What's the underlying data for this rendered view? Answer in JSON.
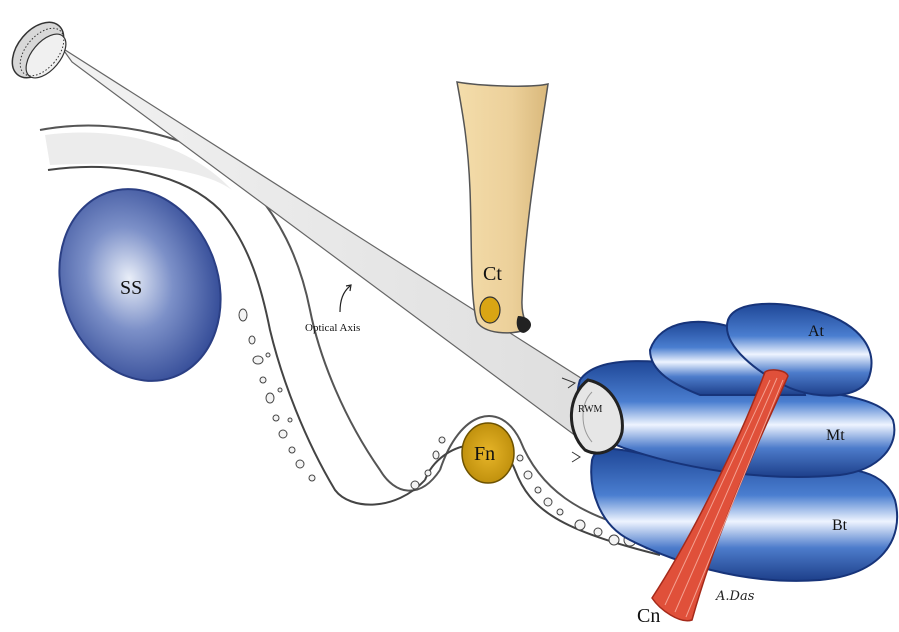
{
  "labels": {
    "ss": "SS",
    "ct": "Ct",
    "fn": "Fn",
    "optical_axis": "Optical Axis",
    "rwm": "RWM",
    "at": "At",
    "mt": "Mt",
    "bt": "Bt",
    "cn": "Cn"
  },
  "signature": "A.Das",
  "colors": {
    "cochlea_blue": "#2b58a8",
    "ss_blue": "#3b55a2",
    "nerve_red": "#e0503a",
    "chorda_tan": "#efd49b",
    "facial_gold": "#d9a514",
    "beam_gray": "#e4e4e4"
  }
}
